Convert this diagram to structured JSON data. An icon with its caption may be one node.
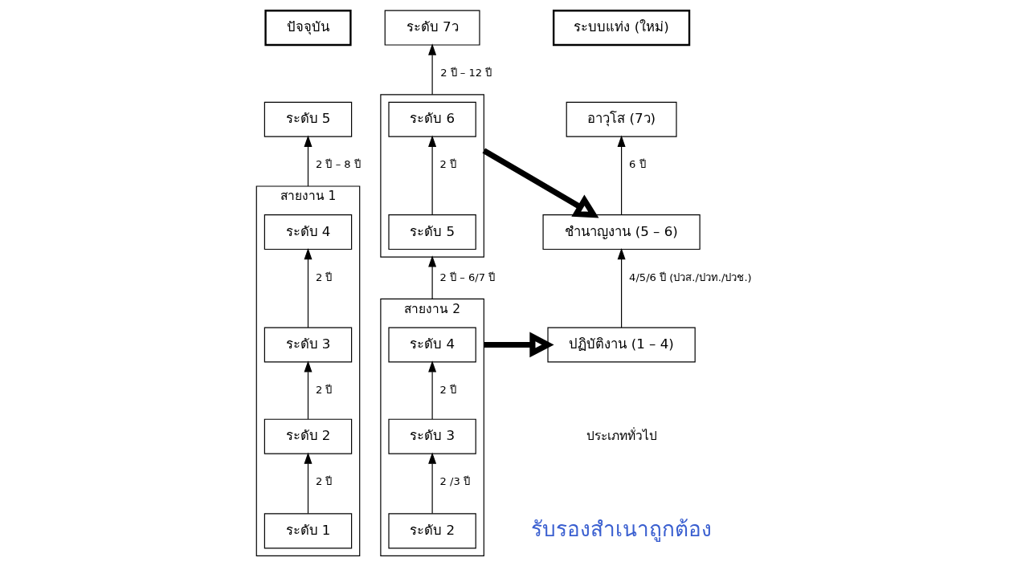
{
  "diagram": {
    "nodes": [
      {
        "text": [
          "ปัจจุบัน"
        ]
      },
      {
        "text": [
          "ระบบแท่ง (ใหม่)"
        ]
      },
      {
        "text": [
          "สายงาน 1"
        ]
      },
      {
        "text": [
          "ระดับ 4"
        ],
        "in": 2
      },
      {
        "text": [
          "ระดับ 3"
        ],
        "in": 2
      },
      {
        "text": [
          "ระดับ 2"
        ],
        "in": 2
      },
      {
        "text": [
          "ระดับ 1"
        ],
        "in": 2
      },
      {
        "text": [
          "ระดับ 5"
        ]
      },
      {
        "text": [
          "ระดับ 7ว"
        ]
      },
      {
        "text": [],
        "shape": "box"
      },
      {
        "text": [
          "ระดับ 6"
        ],
        "in": 9
      },
      {
        "text": [
          "ระดับ 5"
        ],
        "in": 9
      },
      {
        "text": [
          "สายงาน 2"
        ]
      },
      {
        "text": [
          "ระดับ 4"
        ],
        "in": 12
      },
      {
        "text": [
          "ระดับ 3"
        ],
        "in": 12
      },
      {
        "text": [
          "ระดับ 2"
        ],
        "in": 12
      },
      {
        "text": [
          "อาวุโส (7ว)"
        ]
      },
      {
        "text": [
          "ชำนาญงาน (5 – 6)"
        ]
      },
      {
        "text": [
          "ปฏิบัติงาน (1 – 4)"
        ]
      }
    ],
    "edges": [
      {
        "from": 6,
        "to": 5,
        "arrow": "to",
        "label": "2 ปี"
      },
      {
        "from": 5,
        "to": 4,
        "arrow": "to",
        "label": "2 ปี"
      },
      {
        "from": 4,
        "to": 3,
        "arrow": "to",
        "label": "2 ปี"
      },
      {
        "from": 2,
        "to": 7,
        "arrow": "to",
        "label": "2 ปี – 8 ปี"
      },
      {
        "from": 15,
        "to": 14,
        "arrow": "to",
        "label": "2 /3 ปี"
      },
      {
        "from": 14,
        "to": 13,
        "arrow": "to",
        "label": "2 ปี"
      },
      {
        "from": 12,
        "to": 9,
        "arrow": "to",
        "label": "2 ปี – 6/7 ปี"
      },
      {
        "from": 11,
        "to": 10,
        "arrow": "to",
        "label": "2 ปี"
      },
      {
        "from": 9,
        "to": 8,
        "arrow": "to",
        "label": "2 ปี – 12 ปี"
      },
      {
        "from": 18,
        "to": 17,
        "arrow": "to",
        "label": "4/5/6 ปี (ปวส./ปวท./ปวช.)"
      },
      {
        "from": 17,
        "to": 16,
        "arrow": "to",
        "label": "6 ปี"
      },
      {
        "from": 9,
        "to": 17,
        "arrow": "to",
        "style": "thick"
      },
      {
        "from": 12,
        "to": 18,
        "arrow": "to",
        "style": "thick"
      }
    ],
    "labels": [
      "ประเภททั่วไป",
      "รับรองสำเนาถูกต้อง"
    ]
  }
}
